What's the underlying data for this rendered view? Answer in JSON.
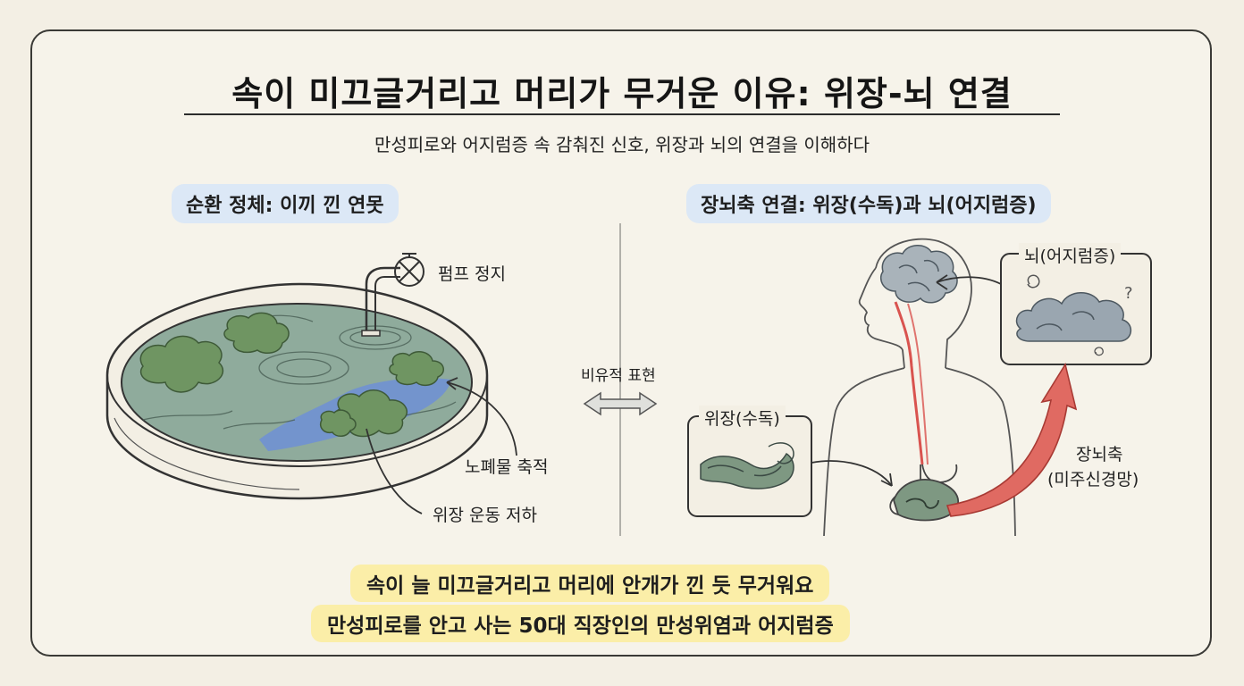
{
  "title": "속이 미끄글거리고 머리가 무거운 이유: 위장-뇌 연결",
  "subtitle": "만성피로와 어지럼증 속 감춰진 신호, 위장과 뇌의 연결을 이해하다",
  "left_panel": {
    "heading": "순환 정체: 이끼 낀 연못",
    "labels": {
      "pump": "펌프 정지",
      "waste": "노폐물 축적",
      "motility": "위장 운동 저하"
    }
  },
  "middle": {
    "metaphor": "비유적 표현"
  },
  "right_panel": {
    "heading": "장뇌축 연결: 위장(수독)과 뇌(어지럼증)",
    "labels": {
      "brain": "뇌(어지럼증)",
      "stomach": "위장(수독)",
      "axis_line1": "장뇌축",
      "axis_line2": "(미주신경망)"
    }
  },
  "footer": {
    "line1": "속이 늘 미끄글거리고 머리에 안개가 낀 듯 무거워요",
    "line2": "만성피로를 안고 사는 50대 직장인의 만성위염과 어지럼증"
  },
  "colors": {
    "pond_water": "#8fab9c",
    "moss": "#6f9562",
    "waste_water": "#6f8fd6",
    "axis_arrow": "#d9534f",
    "pill_blue": "#dce8f6",
    "highlight_yellow": "#fbeea8"
  }
}
